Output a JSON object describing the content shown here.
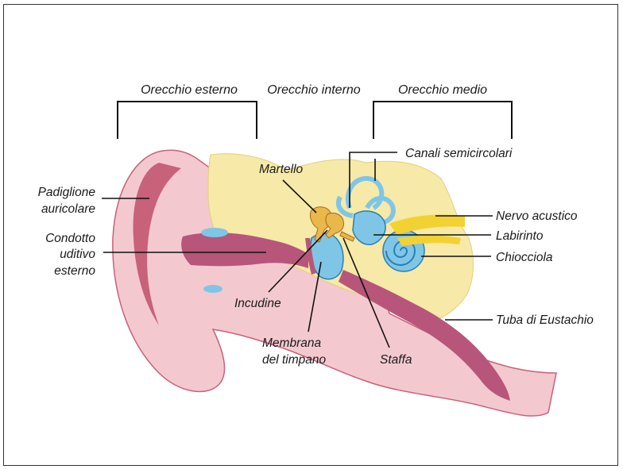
{
  "sections": {
    "external": "Orecchio esterno",
    "internal": "Orecchio interno",
    "middle": "Orecchio medio"
  },
  "labels": {
    "pinna_1": "Padiglione",
    "pinna_2": "auricolare",
    "canal_1": "Condotto",
    "canal_2": "uditivo",
    "canal_3": "esterno",
    "hammer": "Martello",
    "anvil": "Incudine",
    "eardrum_1": "Membrana",
    "eardrum_2": "del timpano",
    "stirrup": "Staffa",
    "semicircular": "Canali semicircolari",
    "nerve": "Nervo acustico",
    "labyrinth": "Labirinto",
    "cochlea": "Chiocciola",
    "eustachian": "Tuba di Eustachio"
  },
  "colors": {
    "skin": "#f3c9cf",
    "skin_dark": "#c8617a",
    "canal": "#b7567a",
    "bone": "#f7e9a8",
    "inner_blue": "#7fc6e6",
    "inner_dark": "#2a7fb3",
    "nerve": "#f2d233",
    "ossicle": "#e9b84a"
  }
}
